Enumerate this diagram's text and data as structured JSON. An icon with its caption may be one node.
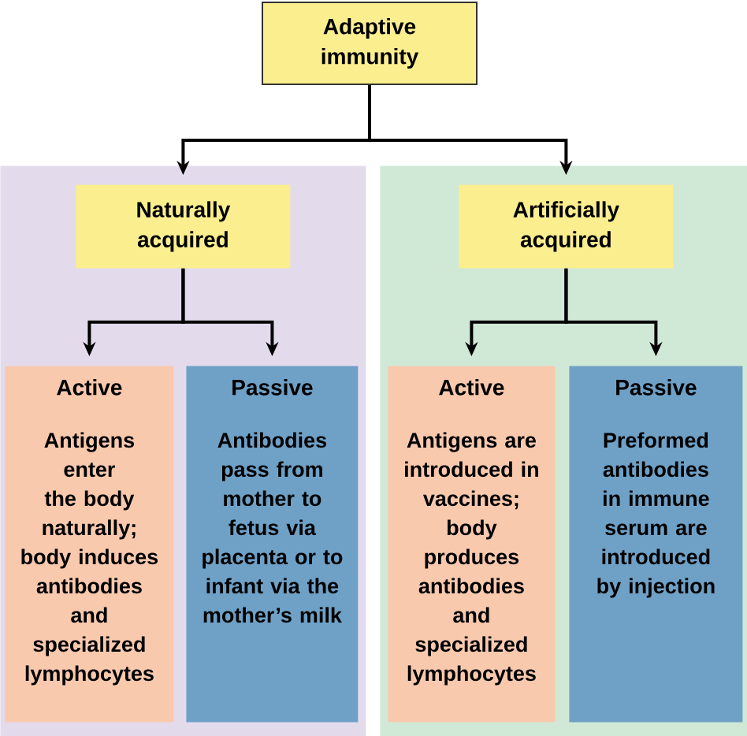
{
  "diagram": {
    "nodes": [
      {
        "text": [
          "Adaptive immunity"
        ]
      },
      {
        "text": [],
        "shape": "box"
      },
      {
        "text": [],
        "shape": "box"
      },
      {
        "text": [
          "Naturally acquired"
        ],
        "in": 1
      },
      {
        "text": [
          "Artificially acquired"
        ],
        "in": 2
      },
      {
        "text": [
          "Active",
          "Antigens enter the body naturally; body induces antibodies and specialized lymphocytes"
        ],
        "in": 1
      },
      {
        "text": [
          "Passive",
          "Antibodies pass from mother to fetus via placenta or to infant via the mother’s milk"
        ],
        "in": 1
      },
      {
        "text": [
          "Active",
          "Antigens are introduced in vaccines; body produces antibodies and specialized lymphocytes"
        ],
        "in": 2
      },
      {
        "text": [
          "Passive",
          "Preformed antibodies in immune serum are introduced by injection"
        ],
        "in": 2
      }
    ],
    "edges": [
      {
        "from": 0,
        "to": 3,
        "arrow": "to"
      },
      {
        "from": 0,
        "to": 4,
        "arrow": "to"
      },
      {
        "from": 3,
        "to": 5,
        "arrow": "to"
      },
      {
        "from": 3,
        "to": 6,
        "arrow": "to"
      },
      {
        "from": 4,
        "to": 7,
        "arrow": "to"
      },
      {
        "from": 4,
        "to": 8,
        "arrow": "to"
      }
    ]
  }
}
